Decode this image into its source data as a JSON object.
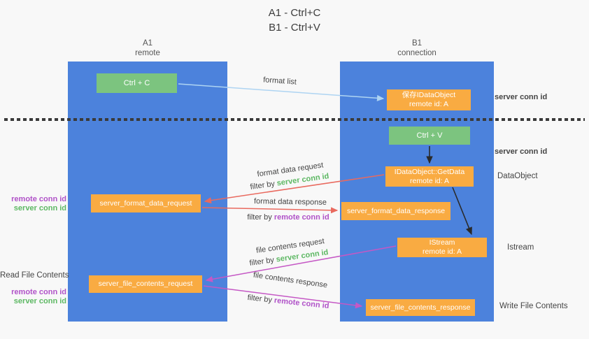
{
  "title": {
    "line1": "A1 - Ctrl+C",
    "line2": "B1 - Ctrl+V"
  },
  "lanes": {
    "left": {
      "name": "A1",
      "role": "remote"
    },
    "right": {
      "name": "B1",
      "role": "connection"
    }
  },
  "nodes": {
    "ctrl_c": "Ctrl + C",
    "ctrl_v": "Ctrl + V",
    "save_idataobject": {
      "line1": "保存IDataObject",
      "line2": "remote id: A"
    },
    "getdata": {
      "line1": "IDataObject::GetData",
      "line2": "remote id: A"
    },
    "istream": {
      "line1": "IStream",
      "line2": "remote id: A"
    },
    "format_request": "server_format_data_request",
    "format_response": "server_format_data_response",
    "file_request": "server_file_contents_request",
    "file_response": "server_file_contents_response"
  },
  "arrow_labels": {
    "format_list": "format list",
    "format_data_request": "format data request",
    "format_data_response": "format data response",
    "file_contents_request": "file contents request",
    "file_contents_response": "file contents response",
    "filter_by": "filter by ",
    "server_conn_id": "server conn id",
    "remote_conn_id": "remote conn id"
  },
  "side_labels": {
    "right_server_conn_id_top": "server conn id",
    "right_server_conn_id_mid": "server conn id",
    "dataobject": "DataObject",
    "istream": "Istream",
    "write_file_contents": "Write File Contents",
    "left_remote_conn_id_top": "remote conn id",
    "left_server_conn_id_top": "server conn id",
    "read_file_contents": "Read File Contents",
    "left_remote_conn_id_bottom": "remote conn id",
    "left_server_conn_id_bottom": "server conn id"
  },
  "colors": {
    "lane_blue": "#4c82dc",
    "node_green": "#7cc47f",
    "node_orange": "#f9ab42",
    "green_text": "#5db863",
    "purple_text": "#b052c8",
    "red_arrow": "#e96a5f",
    "magenta_arrow": "#c558c5",
    "light_blue_arrow": "#aed4f2",
    "black_arrow": "#2a2a2a",
    "dark_text": "#404040"
  }
}
